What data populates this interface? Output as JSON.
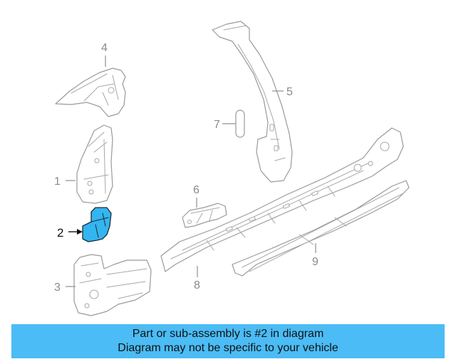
{
  "diagram": {
    "highlighted_part": "2",
    "callouts": [
      "1",
      "2",
      "3",
      "4",
      "5",
      "6",
      "7",
      "8",
      "9"
    ],
    "colors": {
      "highlight": "#33b5f0",
      "banner": "#4bbcf5",
      "line_art": "#9a9a9a"
    }
  },
  "notice": {
    "line1": "Part or sub-assembly is #2 in diagram",
    "line2": "Diagram may not be specific to your vehicle"
  }
}
